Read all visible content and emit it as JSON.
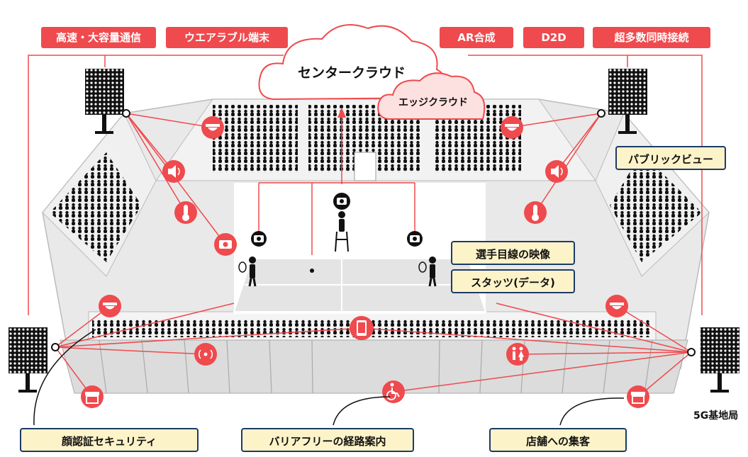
{
  "top_left_tags": [
    "高速・大容量通信",
    "ウエアラブル端末"
  ],
  "top_right_tags": [
    "AR合成",
    "D2D",
    "超多数同時接続"
  ],
  "cloud": {
    "center": "センタークラウド",
    "edge": "エッジクラウド"
  },
  "callouts_right": [
    "パブリックビュー",
    "選手目線の映像",
    "スタッツ(データ)"
  ],
  "callouts_bottom": [
    "顔認証セキュリティ",
    "バリアフリーの経路案内",
    "店舗への集客"
  ],
  "base_station_label": "5G基地局",
  "colors": {
    "accent": "#ef4a4e",
    "cream": "#fdf3c8",
    "navy": "#1c3b67"
  },
  "icons": [
    "security-camera-icon",
    "speaker-icon",
    "thermometer-icon",
    "camera-icon",
    "smartphone-icon",
    "wifi-icon",
    "shop-icon",
    "wheelchair-icon",
    "restroom-icon",
    "floodlight-icon",
    "tennis-player-icon",
    "umpire-icon"
  ]
}
